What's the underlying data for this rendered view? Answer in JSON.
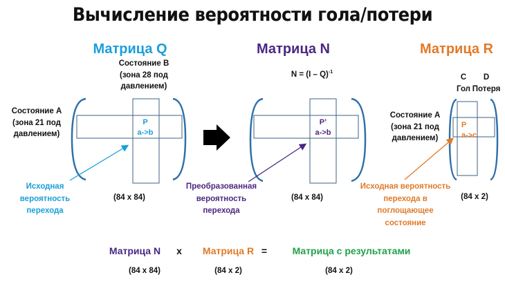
{
  "title": "Вычисление вероятности гола/потери",
  "colors": {
    "q": "#1a9fd9",
    "n": "#4a2783",
    "r": "#e07a28",
    "result": "#22a04a",
    "bracket": "#2f6fa8"
  },
  "matrix_q": {
    "title": "Матрица Q",
    "state_b": [
      "Состояние B",
      "(зона 28 под",
      "давлением)"
    ],
    "state_a": [
      "Состояние A",
      "(зона 21 под",
      "давлением)"
    ],
    "cell": [
      "P",
      "a->b"
    ],
    "label": [
      "Исходная",
      "вероятность",
      "перехода"
    ],
    "size": "(84 x 84)"
  },
  "matrix_n": {
    "title": "Матрица N",
    "formula": "N = (I – Q)",
    "formula_exp": "-1",
    "cell": [
      "P’",
      "a->b"
    ],
    "label": [
      "Преобразованная",
      "вероятность",
      "перехода"
    ],
    "size": "(84 x 84)"
  },
  "matrix_r": {
    "title": "Матрица R",
    "columns": [
      {
        "letter": "C",
        "name": "Гол"
      },
      {
        "letter": "D",
        "name": "Потеря"
      }
    ],
    "state_a": [
      "Состояние A",
      "(зона 21 под",
      "давлением)"
    ],
    "cell": [
      "P",
      "a->c"
    ],
    "label": [
      "Исходная вероятность",
      "перехода в",
      "поглощающее",
      "состояние"
    ],
    "size": "(84 x 2)"
  },
  "equation": {
    "n": "Матрица N",
    "times": "x",
    "r": "Матрица R",
    "equals": "=",
    "result": "Матрица с результатами",
    "n_size": "(84 x 84)",
    "r_size": "(84 x 2)",
    "result_size": "(84 x 2)"
  }
}
